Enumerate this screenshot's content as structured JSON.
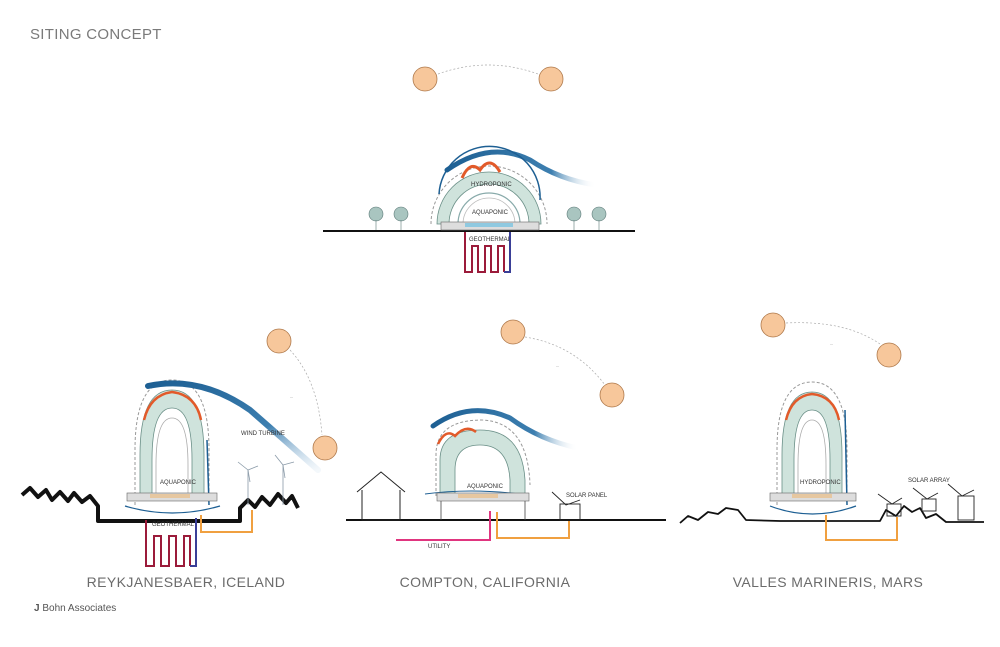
{
  "header": {
    "title": "SITING CONCEPT"
  },
  "top_diagram": {
    "labels": {
      "hydroponic": "HYDROPONIC",
      "aquaponic": "AQUAPONIC",
      "geothermal": "GEOTHERMAL"
    }
  },
  "sites": [
    {
      "caption": "REYKJANESBAER, ICELAND",
      "labels": {
        "aquaponic": "AQUAPONIC",
        "geothermal": "GEOTHERMAL",
        "wind_turbine": "WIND TURBINE"
      }
    },
    {
      "caption": "COMPTON, CALIFORNIA",
      "labels": {
        "aquaponic": "AQUAPONIC",
        "solar_panel": "SOLAR PANEL",
        "utility": "UTILITY"
      }
    },
    {
      "caption": "VALLES MARINERIS, MARS",
      "labels": {
        "hydroponic": "HYDROPONIC",
        "solar_array": "SOLAR ARRAY"
      }
    }
  ],
  "credit": {
    "name_bold": "J",
    "name_rest": " Bohn Associates"
  },
  "colors": {
    "sun": "#f7c79b",
    "sun_stroke": "#b07a4c",
    "dome_fill": "#cfe3dc",
    "wind": "#1d5f93",
    "heat": "#e25a2a",
    "geothermal_red": "#9b1b3a",
    "geothermal_blue": "#3a3f97",
    "utility_orange": "#f0a040",
    "utility_pink": "#e0357f"
  }
}
